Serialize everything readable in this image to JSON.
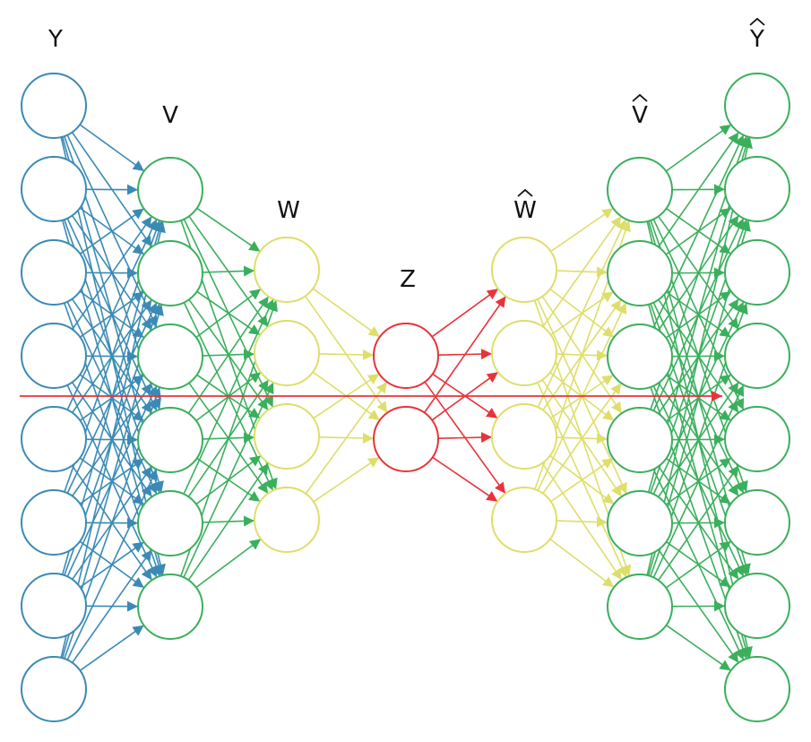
{
  "diagram": {
    "type": "autoencoder-network",
    "layers": [
      {
        "key": "y",
        "label": "Y",
        "color": "#3a8ab5",
        "nodes": 8
      },
      {
        "key": "v",
        "label": "V",
        "color": "#3aaf5c",
        "nodes": 6
      },
      {
        "key": "w",
        "label": "W",
        "color": "#dede6a",
        "nodes": 4
      },
      {
        "key": "z",
        "label": "Z",
        "color": "#e8333a",
        "nodes": 2
      },
      {
        "key": "w_hat",
        "label": "W",
        "hat": true,
        "color": "#dede6a",
        "nodes": 4
      },
      {
        "key": "v_hat",
        "label": "V",
        "hat": true,
        "color": "#3aaf5c",
        "nodes": 6
      },
      {
        "key": "y_hat",
        "label": "Y",
        "hat": true,
        "color": "#3aaf5c",
        "nodes": 8
      }
    ],
    "edge_colors": [
      "#3a8ab5",
      "#3aaf5c",
      "#dede6a",
      "#e8333a",
      "#dede6a",
      "#3aaf5c"
    ],
    "skip_arrow_color": "#e8333a",
    "connectivity": "fully-connected"
  }
}
